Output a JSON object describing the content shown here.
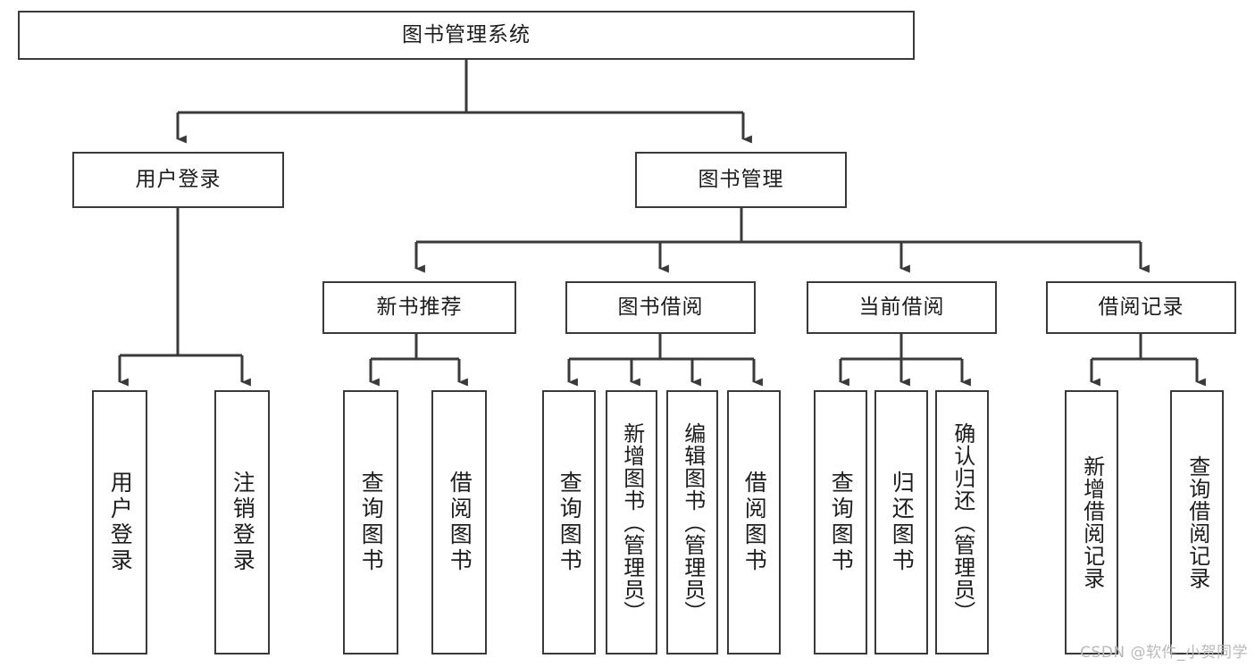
{
  "diagram": {
    "title": "图书管理系统",
    "watermark": "CSDN @软件_小贺同学",
    "colors": {
      "stroke": "#3a3a3a",
      "fill": "#ffffff",
      "text": "#1d1d1d",
      "watermark": "#b9b9b9"
    },
    "root": {
      "label": "图书管理系统"
    },
    "level2": [
      {
        "label": "用户登录"
      },
      {
        "label": "图书管理"
      }
    ],
    "level3": [
      {
        "label": "新书推荐"
      },
      {
        "label": "图书借阅"
      },
      {
        "label": "当前借阅"
      },
      {
        "label": "借阅记录"
      }
    ],
    "leaves": {
      "user_login": [
        {
          "label": "用户登录"
        },
        {
          "label": "注销登录"
        }
      ],
      "new_book": [
        {
          "label": "查询图书"
        },
        {
          "label": "借阅图书"
        }
      ],
      "book_borrow": [
        {
          "label": "查询图书"
        },
        {
          "label": "新增图书（管理员）"
        },
        {
          "label": "编辑图书（管理员）"
        },
        {
          "label": "借阅图书"
        }
      ],
      "current_borrow": [
        {
          "label": "查询图书"
        },
        {
          "label": "归还图书"
        },
        {
          "label": "确认归还（管理员）"
        }
      ],
      "borrow_record": [
        {
          "label": "新增借阅记录"
        },
        {
          "label": "查询借阅记录"
        }
      ]
    }
  }
}
